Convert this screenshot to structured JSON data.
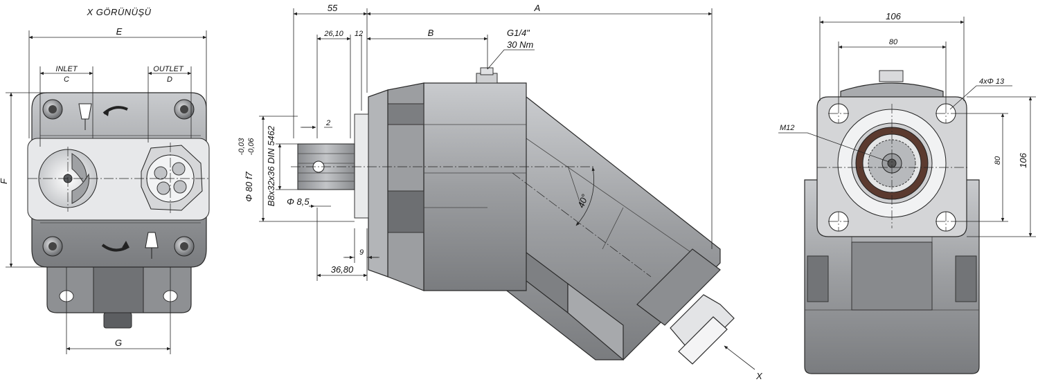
{
  "view_title": "X GÖRÜNÜŞÜ",
  "left_view": {
    "dim_e": "E",
    "dim_f": "F",
    "dim_g": "G",
    "dim_c": "C",
    "dim_d": "D",
    "inlet_label": "INLET",
    "outlet_label": "OUTLET"
  },
  "side_view": {
    "dim_55": "55",
    "dim_a": "A",
    "dim_2610": "26,10",
    "dim_12": "12",
    "dim_b": "B",
    "port_thread": "G1/4\"",
    "port_torque": "30 Nm",
    "dim_2": "2",
    "shaft_dia": "Φ 80 f7",
    "tol_upper": "-0,03",
    "tol_lower": "-0,06",
    "spline": "B8x32x36 DIN 5462",
    "hole_dia": "Φ 8,5",
    "dim_9": "9",
    "dim_3680": "36,80",
    "angle": "40°",
    "view_arrow": "X"
  },
  "front_view": {
    "dim_106_top": "106",
    "dim_80_top": "80",
    "bolt_holes": "4xΦ 13",
    "thread": "M12",
    "dim_80_right": "80",
    "dim_106_right": "106"
  },
  "colors": {
    "body": "#9c9ea1",
    "body_light": "#bfc1c4",
    "body_dark": "#6f7174",
    "line": "#222222"
  }
}
